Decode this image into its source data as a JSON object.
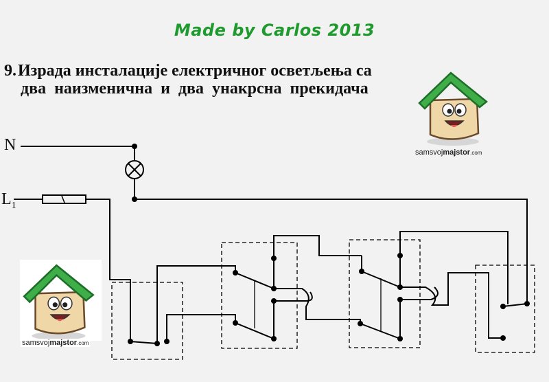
{
  "credit": "Made by Carlos 2013",
  "title": {
    "number": "9.",
    "line1": "Израда инсталације електричног осветљења са",
    "line2": "два наизменична и  два  унакрсна  прекидача"
  },
  "labels": {
    "neutral": "N",
    "line_main": "L",
    "line_sub": "1"
  },
  "logo": {
    "text_plain": "samsvoj",
    "text_bold": "majstor",
    "text_suffix": ".com"
  },
  "colors": {
    "credit": "#1f9a2e",
    "roof": "#3fae49",
    "house": "#efd7a8",
    "wire": "#000000"
  }
}
